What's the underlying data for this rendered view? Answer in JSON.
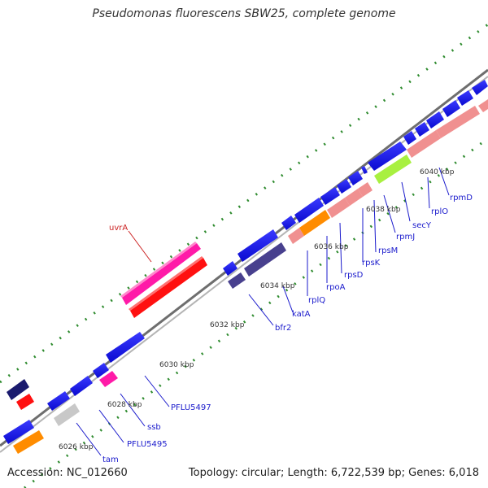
{
  "title": "Pseudomonas fluorescens SBW25, complete genome",
  "footer": {
    "accession": "Accession: NC_012660",
    "summary": "Topology: circular; Length: 6,722,539 bp; Genes: 6,018"
  },
  "ticks": [
    "6026 kbp",
    "6028 kbp",
    "6030 kbp",
    "6032 kbp",
    "6034 kbp",
    "6036 kbp",
    "6038 kbp",
    "6040 kbp"
  ],
  "gene_labels": [
    "tam",
    "PFLU5495",
    "ssb",
    "PFLU5497",
    "bfr2",
    "katA",
    "rplQ",
    "rpoA",
    "rpsD",
    "rpsK",
    "rpsM",
    "rpmJ",
    "secY",
    "rplO",
    "rpmD"
  ],
  "highlight_label": "uvrA",
  "colors": {
    "backbone": "#8c8c8c",
    "blue_gene": "#1010ee",
    "navy_gene": "#1a1a6e",
    "purple_gene": "#48408e",
    "pink_gene": "#ff1aa8",
    "red_gene": "#ff1010",
    "orange_gene": "#ff8c00",
    "salmon_gene": "#f09090",
    "lime_gene": "#a8f040",
    "grey_gene": "#c8c8c8",
    "dot_track": "#2e8b2e",
    "label_text": "#1a1acc",
    "highlight_text": "#cc2222"
  }
}
